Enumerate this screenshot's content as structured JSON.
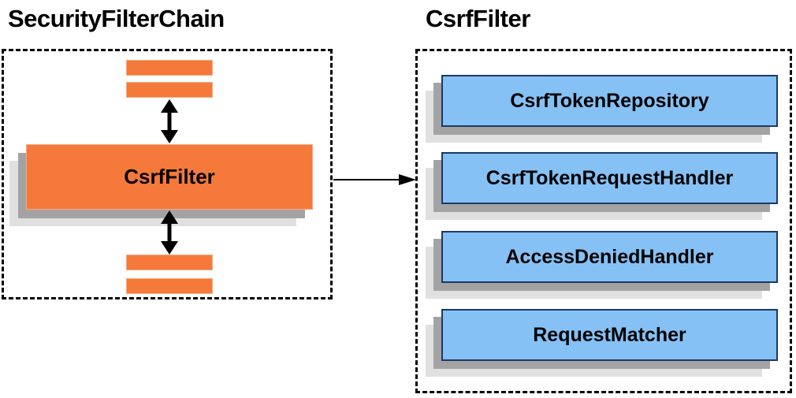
{
  "left_panel": {
    "title": "SecurityFilterChain",
    "filter_label": "CsrfFilter"
  },
  "right_panel": {
    "title": "CsrfFilter",
    "boxes": [
      {
        "label": "CsrfTokenRepository"
      },
      {
        "label": "CsrfTokenRequestHandler"
      },
      {
        "label": "AccessDeniedHandler"
      },
      {
        "label": "RequestMatcher"
      }
    ]
  },
  "icons": {
    "vertical_connector": "double-arrow-icon",
    "panel_link": "arrow-right-icon"
  },
  "colors": {
    "orange": "#f4793b",
    "orange_border": "#f9a97c",
    "blue": "#85c1f4",
    "blue_border": "#1f3864",
    "shadow_dark": "#a3a3a3",
    "shadow_light": "#e0e0e0",
    "ink": "#000000"
  }
}
